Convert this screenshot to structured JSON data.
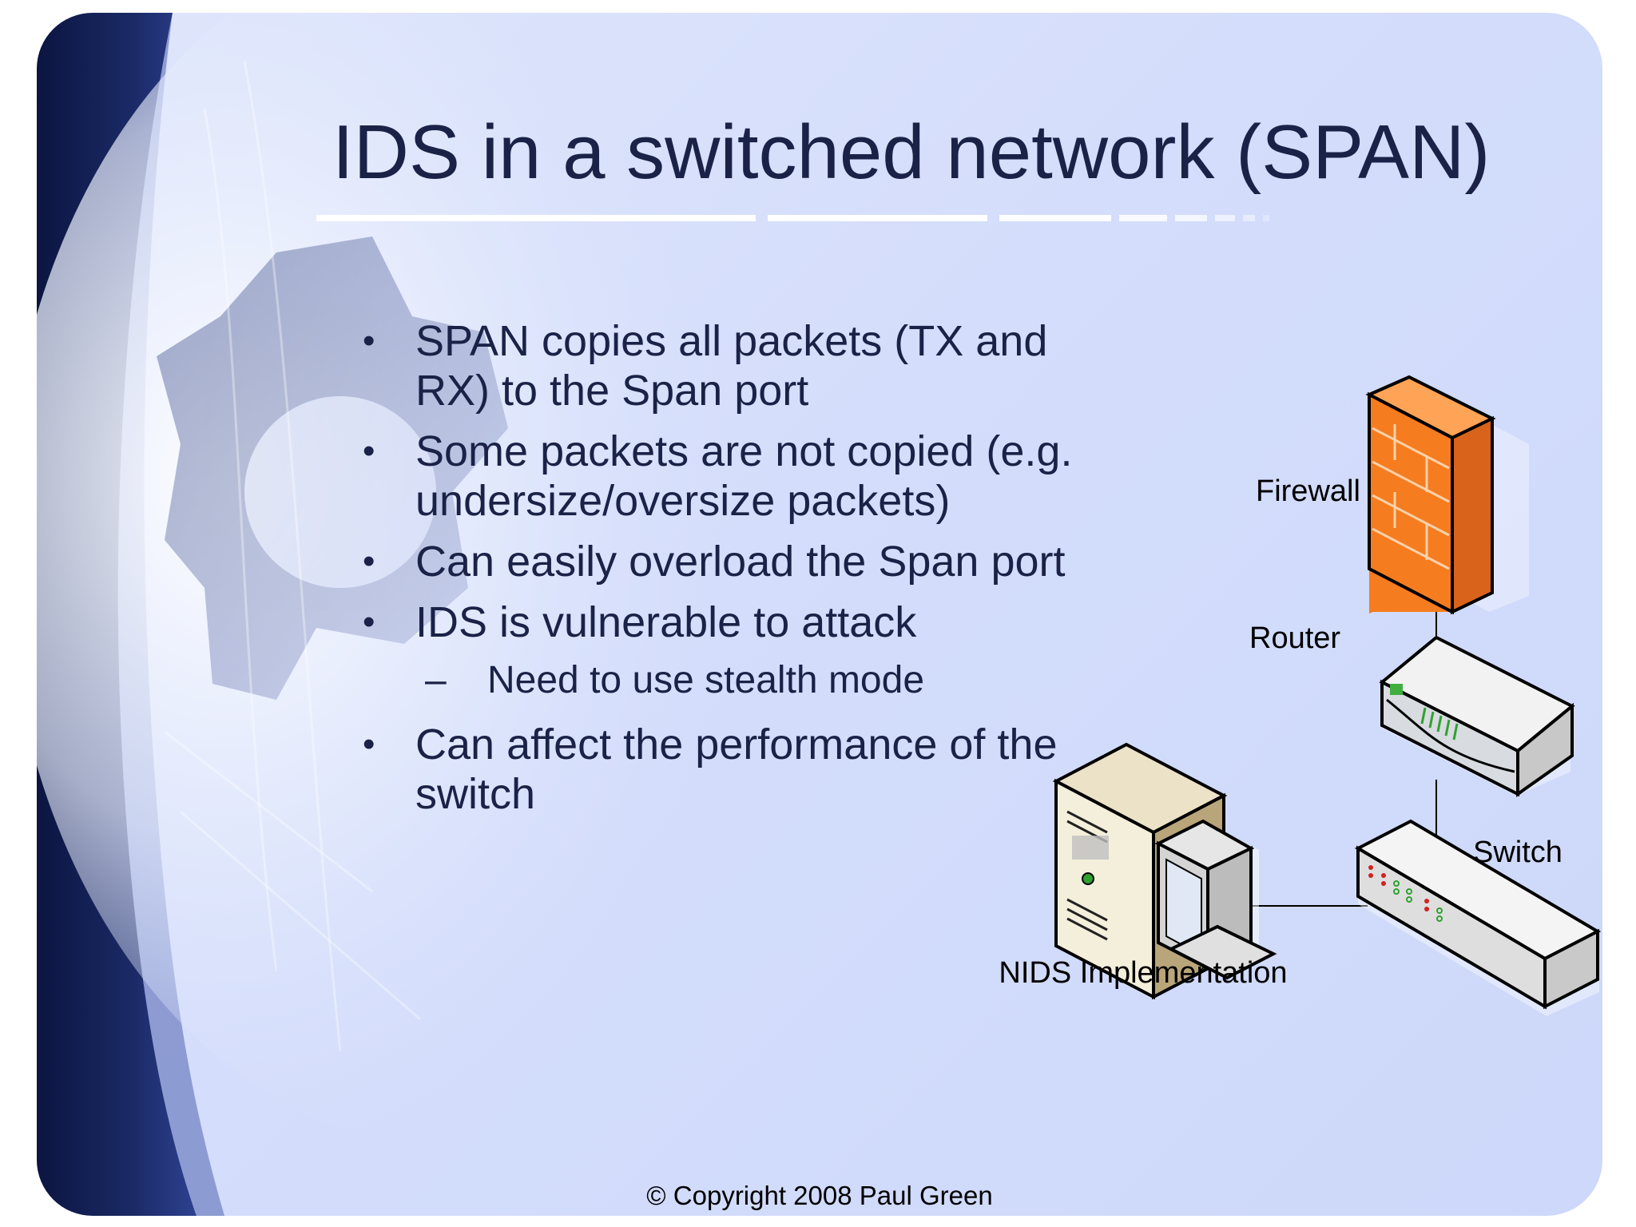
{
  "slide": {
    "title": "IDS in a switched network (SPAN)",
    "bullets": [
      "SPAN copies all packets (TX and RX) to the Span port",
      "Some packets are not copied (e.g. undersize/oversize packets)",
      "Can easily overload the Span port",
      "IDS is vulnerable to attack"
    ],
    "sub_bullet": "Need to use stealth mode",
    "last_bullet": "Can affect the performance of the switch",
    "bullet_symbol": "•",
    "sub_bullet_symbol": "–",
    "copyright": "© Copyright 2008 Paul Green"
  },
  "diagram": {
    "labels": {
      "firewall": "Firewall",
      "router": "Router",
      "switch": "Switch",
      "nids": "NIDS Implementation"
    },
    "icons": [
      "firewall-icon",
      "router-icon",
      "switch-icon",
      "server-icon",
      "monitor-icon"
    ]
  },
  "colors": {
    "title": "#1a2247",
    "background": "#d4ddfb",
    "left_band": "#101c4c",
    "firewall": "#f27a1f"
  }
}
